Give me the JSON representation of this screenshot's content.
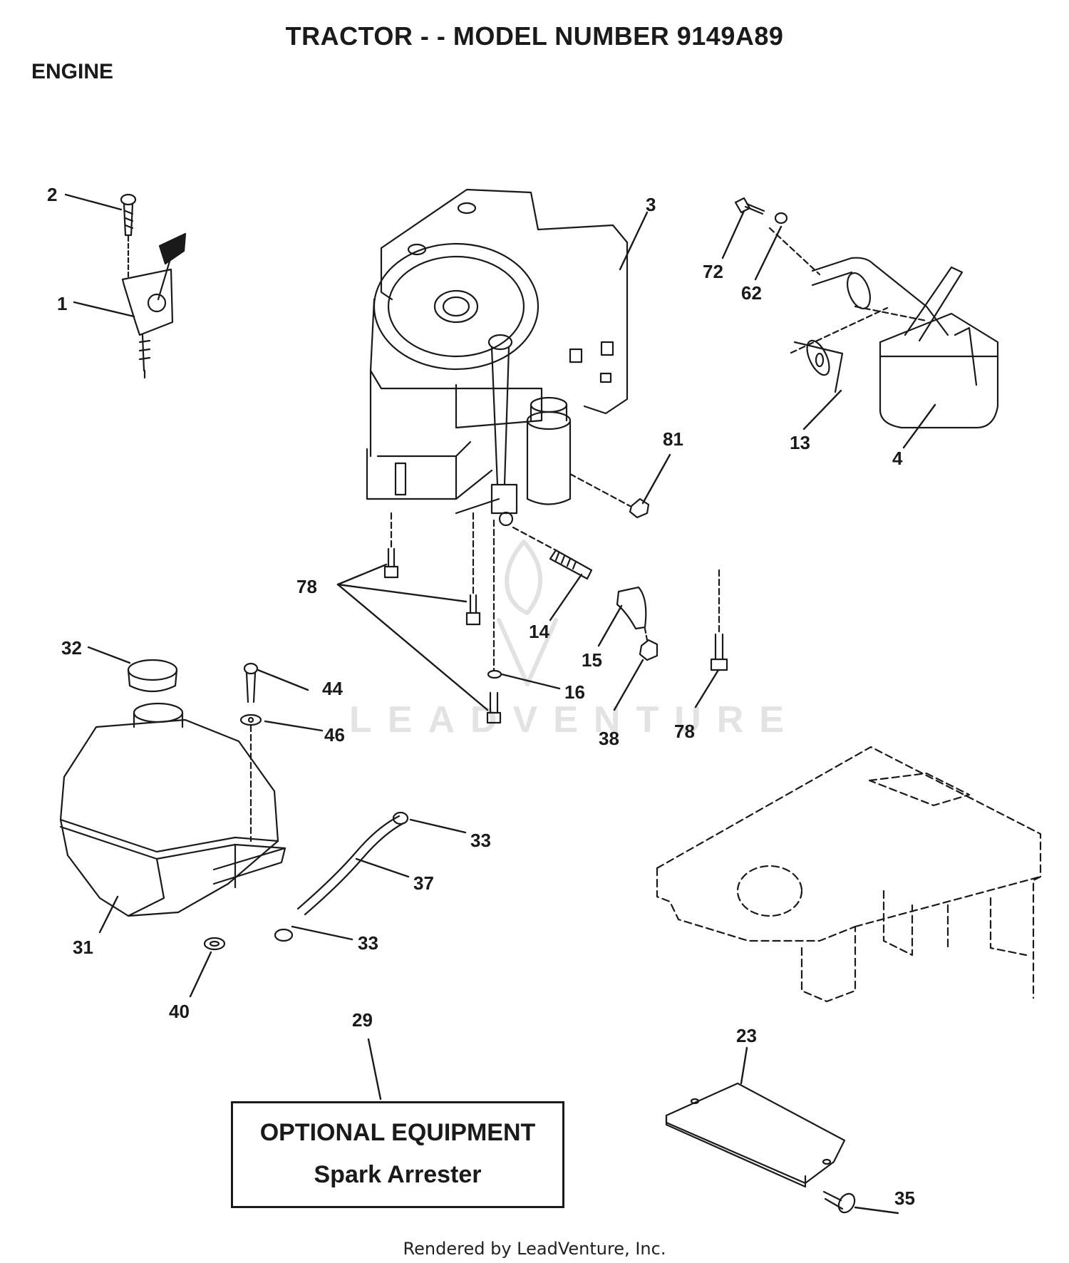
{
  "header": {
    "title": "TRACTOR - - MODEL NUMBER 9149A89",
    "section": "ENGINE"
  },
  "watermark": "LEADVENTURE",
  "callouts": {
    "c1": "1",
    "c2": "2",
    "c3": "3",
    "c4": "4",
    "c13": "13",
    "c14": "14",
    "c15": "15",
    "c16": "16",
    "c23": "23",
    "c29": "29",
    "c31": "31",
    "c32": "32",
    "c33a": "33",
    "c33b": "33",
    "c35": "35",
    "c37": "37",
    "c38": "38",
    "c40": "40",
    "c44": "44",
    "c46": "46",
    "c62": "62",
    "c72": "72",
    "c78a": "78",
    "c78b": "78",
    "c81": "81"
  },
  "optional_box": {
    "title": "OPTIONAL EQUIPMENT",
    "subtitle": "Spark Arrester"
  },
  "footer": "Rendered by LeadVenture, Inc."
}
